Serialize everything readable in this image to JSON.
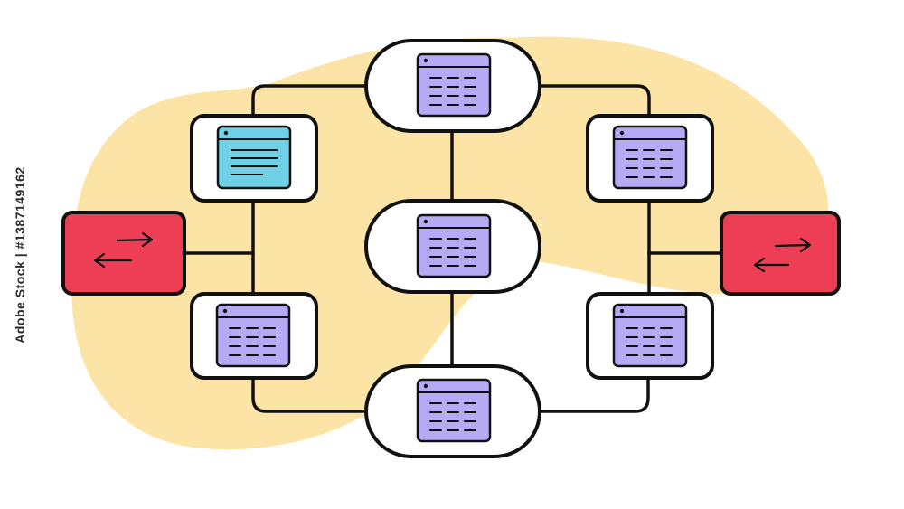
{
  "stock_id": "Adobe Stock | #1387149162",
  "colors": {
    "background": "#ffffff",
    "blob": "#fbe4a6",
    "outline": "#111111",
    "node_fill": "#ffffff",
    "window_purple": "#b7aaf5",
    "window_blue": "#6fd0e6",
    "exchange_red": "#ee3e55"
  },
  "nodes": [
    {
      "id": "top-center",
      "shape": "pill",
      "window": "grid-purple"
    },
    {
      "id": "mid-center",
      "shape": "pill",
      "window": "grid-purple"
    },
    {
      "id": "bottom-center",
      "shape": "pill",
      "window": "grid-purple"
    },
    {
      "id": "left-top",
      "shape": "card",
      "window": "doc-blue"
    },
    {
      "id": "left-bottom",
      "shape": "card",
      "window": "grid-purple"
    },
    {
      "id": "right-top",
      "shape": "card",
      "window": "grid-purple"
    },
    {
      "id": "right-bottom",
      "shape": "card",
      "window": "grid-purple"
    },
    {
      "id": "left-exchange",
      "shape": "exchange",
      "icon": "swap-arrows-icon"
    },
    {
      "id": "right-exchange",
      "shape": "exchange",
      "icon": "swap-arrows-icon"
    }
  ]
}
